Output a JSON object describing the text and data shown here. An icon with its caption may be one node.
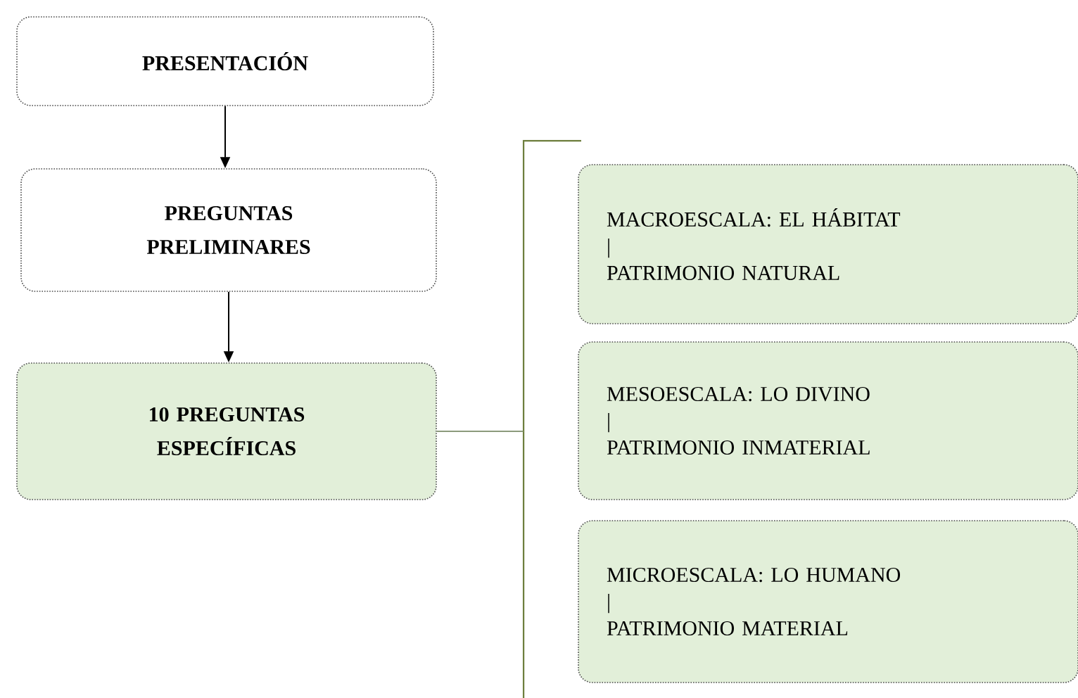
{
  "diagram": {
    "nodes": [
      {
        "text": [
          "PRESENTACIÓN"
        ]
      },
      {
        "text": [
          "PREGUNTAS PRELIMINARES"
        ]
      },
      {
        "text": [
          "10 PREGUNTAS ESPECÍFICAS"
        ]
      },
      {
        "text": [
          "MACROESCALA: EL HÁBITAT",
          "|",
          "PATRIMONIO NATURAL"
        ]
      },
      {
        "text": [
          "MESOESCALA: LO DIVINO",
          "|",
          "PATRIMONIO INMATERIAL"
        ]
      },
      {
        "text": [
          "MICROESCALA: LO HUMANO",
          "|",
          "PATRIMONIO MATERIAL"
        ]
      },
      {
        "text": [],
        "shape": "bracket"
      }
    ],
    "edges": [
      {
        "from": 0,
        "to": 1,
        "arrow": "to"
      },
      {
        "from": 1,
        "to": 2,
        "arrow": "to"
      },
      {
        "from": 2,
        "to": 6,
        "arrow": "none",
        "color": "#8c9a7c"
      }
    ]
  }
}
